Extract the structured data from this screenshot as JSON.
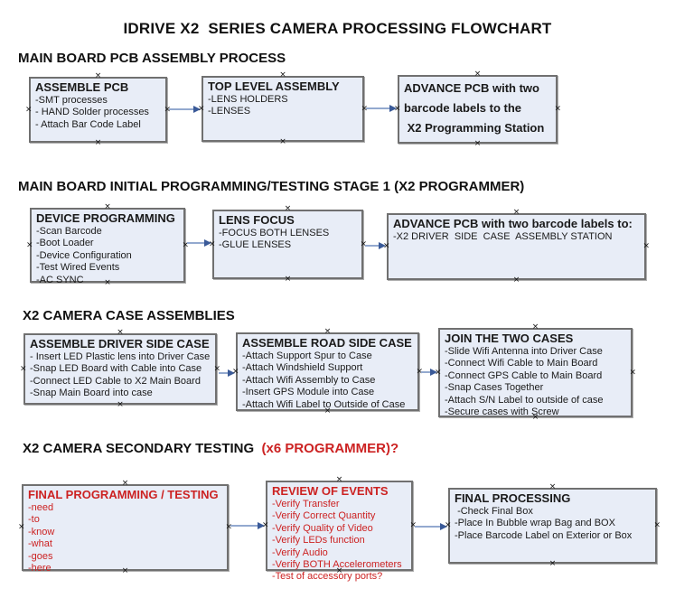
{
  "title": "IDRIVE X2  SERIES CAMERA PROCESSING FLOWCHART",
  "colors": {
    "box_fill": "#e8edf7",
    "box_border": "#707070",
    "arrow_line": "#93a9cf",
    "arrow_head": "#3a5a98",
    "red_text": "#cc2222"
  },
  "sections": [
    {
      "heading": "MAIN BOARD PCB ASSEMBLY PROCESS",
      "boxes": [
        {
          "title": "ASSEMBLE PCB",
          "lines": [
            "-SMT processes",
            "- HAND Solder processes",
            "- Attach Bar Code Label"
          ]
        },
        {
          "title": "TOP LEVEL ASSEMBLY",
          "lines": [
            "-LENS HOLDERS",
            "-LENSES"
          ]
        },
        {
          "title": "",
          "lines": [
            "ADVANCE PCB with two",
            "barcode labels to the",
            " X2 Programming Station"
          ]
        }
      ]
    },
    {
      "heading": "MAIN BOARD INITIAL PROGRAMMING/TESTING STAGE 1 (X2 PROGRAMMER)",
      "boxes": [
        {
          "title": "DEVICE PROGRAMMING",
          "lines": [
            "-Scan Barcode",
            "-Boot Loader",
            "-Device Configuration",
            "-Test Wired Events",
            "-AC SYNC"
          ]
        },
        {
          "title": "LENS FOCUS",
          "lines": [
            "-FOCUS BOTH LENSES",
            "-GLUE LENSES"
          ]
        },
        {
          "title": "ADVANCE PCB with two barcode labels to:",
          "lines": [
            "-X2 DRIVER  SIDE  CASE  ASSEMBLY STATION"
          ]
        }
      ]
    },
    {
      "heading": "X2 CAMERA CASE ASSEMBLIES",
      "boxes": [
        {
          "title": "ASSEMBLE DRIVER SIDE CASE",
          "lines": [
            "- Insert LED Plastic lens into Driver Case",
            "-Snap LED Board with Cable into Case",
            "-Connect LED Cable to X2 Main Board",
            "-Snap Main Board into case"
          ]
        },
        {
          "title": "ASSEMBLE ROAD SIDE CASE",
          "lines": [
            "-Attach Support Spur to Case",
            "-Attach Windshield Support",
            "-Attach Wifi Assembly to Case",
            "-Insert GPS Module into Case",
            "-Attach Wifi Label to Outside of Case"
          ]
        },
        {
          "title": "JOIN THE TWO CASES",
          "lines": [
            "-Slide Wifi Antenna into Driver Case",
            "-Connect Wifi Cable to Main Board",
            "-Connect GPS Cable to Main Board",
            "-Snap Cases Together",
            "-Attach S/N Label to outside of case",
            "-Secure cases with Screw"
          ]
        }
      ]
    },
    {
      "heading": "X2 CAMERA SECONDARY TESTING  ",
      "heading_red": "(x6 PROGRAMMER)?",
      "boxes": [
        {
          "title": "FINAL PROGRAMMING / TESTING",
          "lines": [
            "-need",
            "-to",
            "-know",
            "-what",
            "-goes",
            "-here"
          ]
        },
        {
          "title": "REVIEW OF EVENTS",
          "lines": [
            "-Verify Transfer",
            "-Verify Correct Quantity",
            "-Verify Quality of Video",
            "-Verify LEDs function",
            "-Verify Audio",
            "-Verify BOTH Accelerometers",
            "-Test of accessory ports?"
          ]
        },
        {
          "title": "FINAL PROCESSING",
          "lines": [
            " -Check Final Box",
            "-Place In Bubble wrap Bag and BOX",
            "-Place Barcode Label on Exterior or Box"
          ]
        }
      ]
    }
  ]
}
